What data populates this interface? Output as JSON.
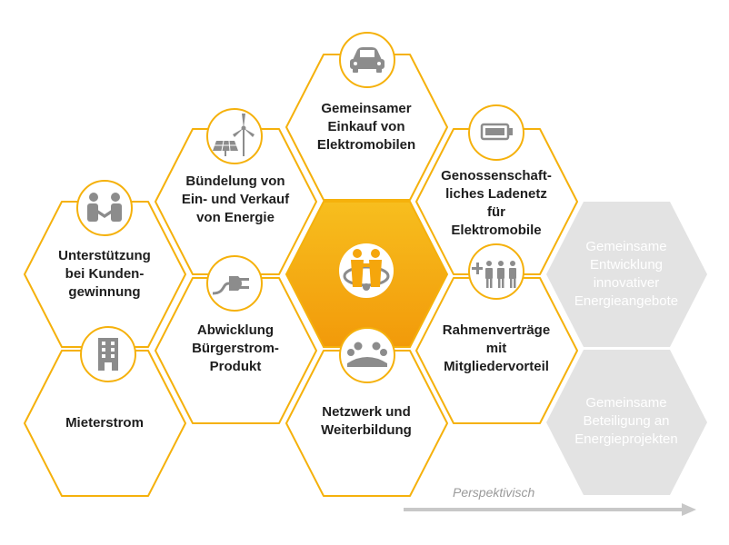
{
  "colors": {
    "accent": "#f5b10c",
    "accent_dark": "#f09a0e",
    "icon_grey": "#8c8c8c",
    "inactive_hex": "#e3e3e3",
    "arrow": "#c8c8c8"
  },
  "hexes": {
    "kunden": {
      "label": "Unterstützung\nbei Kunden-\ngewinnung",
      "icon": "handshake-icon"
    },
    "mieterstrom": {
      "label": "Mieterstrom",
      "icon": "building-icon"
    },
    "buendelung": {
      "label": "Bündelung von\nEin- und Verkauf\nvon Energie",
      "icon": "solar-wind-icon"
    },
    "abwicklung": {
      "label": "Abwicklung\nBürgerstrom-\nProdukt",
      "icon": "plug-icon"
    },
    "einkauf": {
      "label": "Gemeinsamer\nEinkauf von\nElektromobilen",
      "icon": "car-icon"
    },
    "center": {
      "label": "",
      "icon": "community-logo-icon"
    },
    "netzwerk": {
      "label": "Netzwerk und\nWeiterbildung",
      "icon": "group-meeting-icon"
    },
    "ladenetz": {
      "label": "Genossenschaft-\nliches Ladenetz\nfür\nElektromobile",
      "icon": "battery-icon"
    },
    "rahmen": {
      "label": "Rahmenverträge\nmit\nMitgliedervorteil",
      "icon": "plus-people-icon"
    },
    "entwicklung": {
      "label": "Gemeinsame\nEntwicklung\ninnovativer\nEnergieangebote",
      "icon": ""
    },
    "beteiligung": {
      "label": "Gemeinsame\nBeteiligung an\nEnergieprojekten",
      "icon": ""
    }
  },
  "arrow_label": "Perspektivisch"
}
